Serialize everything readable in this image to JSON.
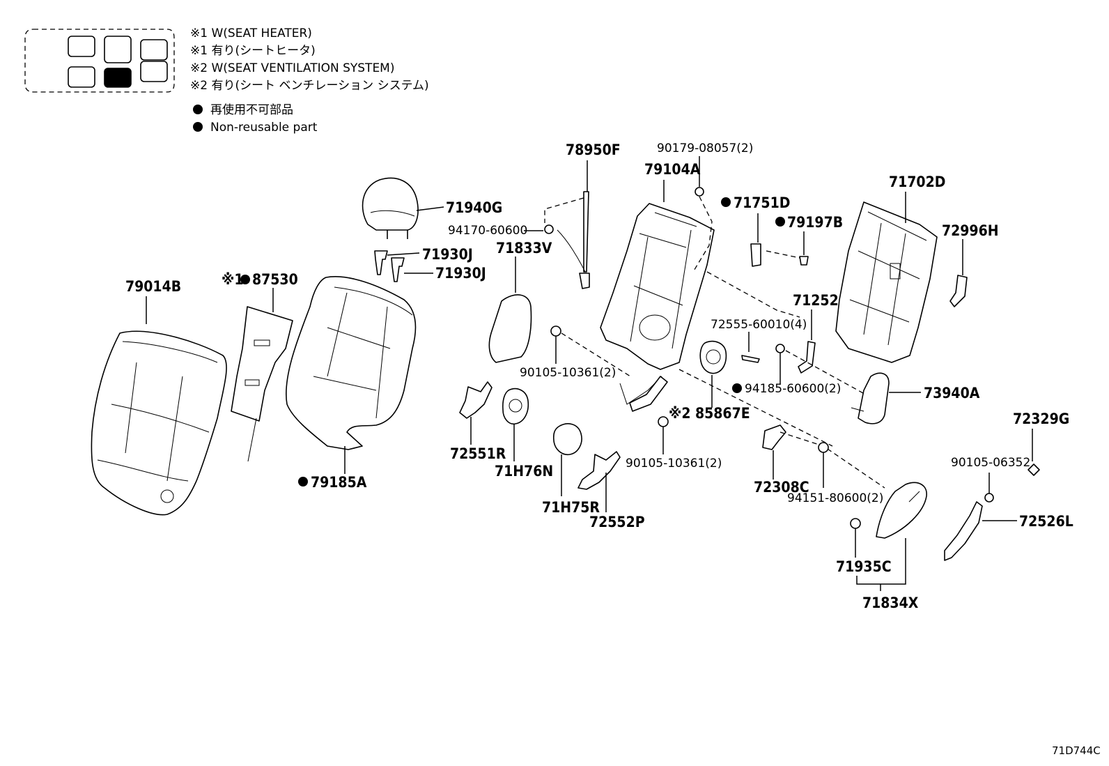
{
  "legend": {
    "lines": [
      "※1 W(SEAT HEATER)",
      "※1 有り(シートヒータ)",
      "※2 W(SEAT VENTILATION  SYSTEM)",
      "※2 有り(シート ベンチレーション システム)"
    ],
    "nonreusable_jp": "再使用不可部品",
    "nonreusable_en": "Non-reusable part"
  },
  "labels": {
    "p71940G": "71940G",
    "p71930J_a": "71930J",
    "p71930J_b": "71930J",
    "p79014B": "79014B",
    "p87530": "87530",
    "p87530_prefix": "※1",
    "p79185A": "79185A",
    "p78950F": "78950F",
    "p94170": "94170-60600",
    "p71833V": "71833V",
    "p90179": "90179-08057(2)",
    "p79104A": "79104A",
    "p71751D": "71751D",
    "p79197B": "79197B",
    "p71702D": "71702D",
    "p72996H": "72996H",
    "p71252": "71252",
    "p72555": "72555-60010(4)",
    "p90105a": "90105-10361(2)",
    "p72551R": "72551R",
    "p71H76N": "71H76N",
    "p85867E": "85867E",
    "p85867E_prefix": "※2",
    "p94185": "94185-60600(2)",
    "p73940A": "73940A",
    "p90105b": "90105-10361(2)",
    "p71H75R": "71H75R",
    "p72552P": "72552P",
    "p72308C": "72308C",
    "p94151": "94151-80600(2)",
    "p72329G": "72329G",
    "p90105c": "90105-06352",
    "p72526L": "72526L",
    "p71935C": "71935C",
    "p71834X": "71834X"
  },
  "diagram_ref": "71D744C"
}
